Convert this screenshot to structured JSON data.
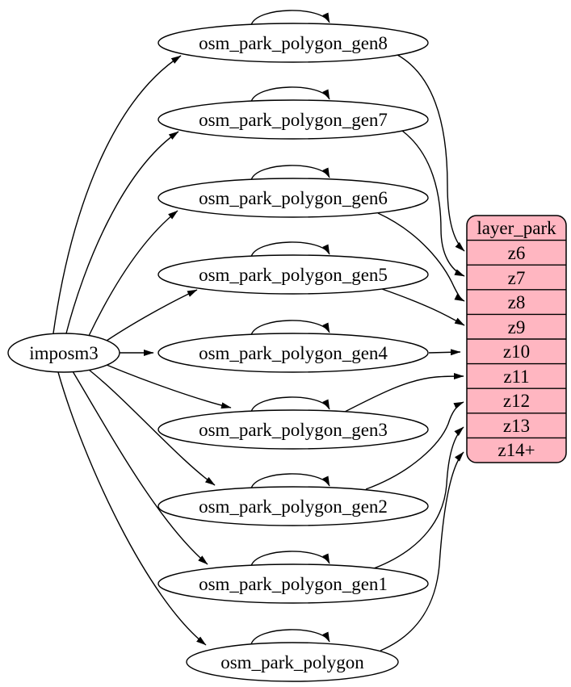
{
  "colors": {
    "layer_table_fill": "#ffb6c1",
    "node_fill": "#ffffff",
    "stroke": "#000000",
    "text": "#000000",
    "background": "#ffffff"
  },
  "nodes": {
    "source": {
      "label": "imposm3"
    },
    "tables": [
      {
        "label": "osm_park_polygon_gen8"
      },
      {
        "label": "osm_park_polygon_gen7"
      },
      {
        "label": "osm_park_polygon_gen6"
      },
      {
        "label": "osm_park_polygon_gen5"
      },
      {
        "label": "osm_park_polygon_gen4"
      },
      {
        "label": "osm_park_polygon_gen3"
      },
      {
        "label": "osm_park_polygon_gen2"
      },
      {
        "label": "osm_park_polygon_gen1"
      },
      {
        "label": "osm_park_polygon"
      }
    ]
  },
  "layer_table": {
    "title": "layer_park",
    "rows": [
      "z6",
      "z7",
      "z8",
      "z9",
      "z10",
      "z11",
      "z12",
      "z13",
      "z14+"
    ]
  },
  "edges": {
    "from_source": [
      "osm_park_polygon_gen8",
      "osm_park_polygon_gen7",
      "osm_park_polygon_gen6",
      "osm_park_polygon_gen5",
      "osm_park_polygon_gen4",
      "osm_park_polygon_gen3",
      "osm_park_polygon_gen2",
      "osm_park_polygon_gen1",
      "osm_park_polygon"
    ],
    "self_loops": [
      "osm_park_polygon_gen8",
      "osm_park_polygon_gen7",
      "osm_park_polygon_gen6",
      "osm_park_polygon_gen5",
      "osm_park_polygon_gen4",
      "osm_park_polygon_gen3",
      "osm_park_polygon_gen2",
      "osm_park_polygon_gen1",
      "osm_park_polygon"
    ],
    "to_layer_rows": [
      {
        "from": "osm_park_polygon_gen8",
        "to": "z6"
      },
      {
        "from": "osm_park_polygon_gen7",
        "to": "z7"
      },
      {
        "from": "osm_park_polygon_gen6",
        "to": "z8"
      },
      {
        "from": "osm_park_polygon_gen5",
        "to": "z9"
      },
      {
        "from": "osm_park_polygon_gen4",
        "to": "z10"
      },
      {
        "from": "osm_park_polygon_gen3",
        "to": "z11"
      },
      {
        "from": "osm_park_polygon_gen2",
        "to": "z12"
      },
      {
        "from": "osm_park_polygon_gen1",
        "to": "z13"
      },
      {
        "from": "osm_park_polygon",
        "to": "z14+"
      }
    ]
  }
}
